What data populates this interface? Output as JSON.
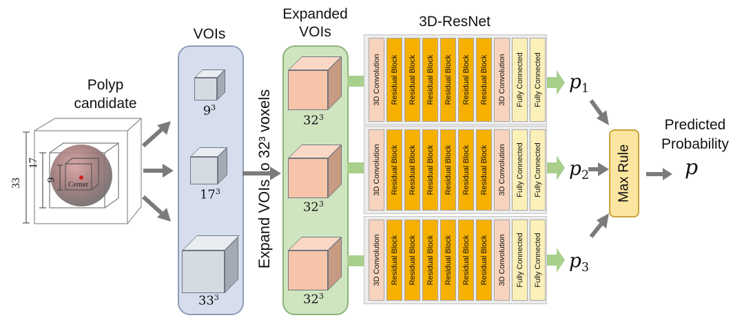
{
  "titles": {
    "polyp": "Polyp candidate",
    "vois": "VOIs",
    "expanded": "Expanded VOIs",
    "resnet": "3D-ResNet",
    "predicted": "Predicted Probability",
    "expand_text": "Expand VOIs to 32³ voxels"
  },
  "polyp_dims": {
    "outer": "33",
    "mid": "17",
    "inner": "9",
    "center": "Center"
  },
  "voi_labels": [
    {
      "base": "9",
      "exp": "3"
    },
    {
      "base": "17",
      "exp": "3"
    },
    {
      "base": "33",
      "exp": "3"
    }
  ],
  "expanded_labels": [
    {
      "base": "32",
      "exp": "3"
    },
    {
      "base": "32",
      "exp": "3"
    },
    {
      "base": "32",
      "exp": "3"
    }
  ],
  "network_blocks": [
    "3D Convolution",
    "Residual Block",
    "Residual Block",
    "Residual Block",
    "Residual Block",
    "Residual Block",
    "Residual Block",
    "3D Convolution",
    "Fully Connected",
    "Fully Connected"
  ],
  "outputs": [
    {
      "base": "p",
      "sub": "1"
    },
    {
      "base": "p",
      "sub": "2"
    },
    {
      "base": "p",
      "sub": "3"
    }
  ],
  "max_rule": "Max Rule",
  "final_output": "p",
  "colors": {
    "voi_panel": "#d6deee",
    "expanded_panel": "#cfe5c0",
    "conv_block": "#f7d3bd",
    "residual_block": "#f5b000",
    "fc_block": "#fbf0b8",
    "max_rule_box": "#fbe5a0",
    "arrow_gray": "#7b7b7b",
    "arrow_green": "#a9cf8d"
  }
}
